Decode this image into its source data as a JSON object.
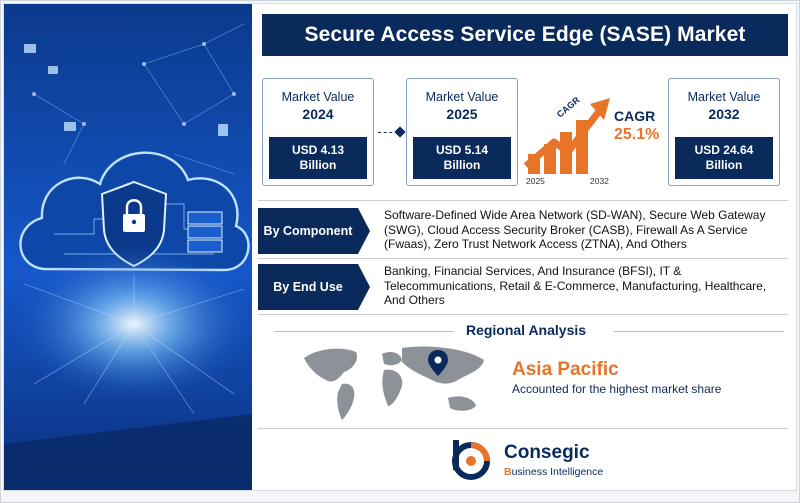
{
  "title": "Secure Access Service Edge (SASE) Market",
  "market_values": [
    {
      "label": "Market Value",
      "year": "2024",
      "value": "USD 4.13\nBillion"
    },
    {
      "label": "Market Value",
      "year": "2025",
      "value": "USD 5.14\nBillion"
    },
    {
      "label": "Market Value",
      "year": "2032",
      "value": "USD 24.64\nBillion"
    }
  ],
  "cagr": {
    "label": "CAGR",
    "value": "25.1%",
    "arrow_text": "CAGR",
    "start_year": "2025",
    "end_year": "2032"
  },
  "segments": [
    {
      "tag": "By Component",
      "text": "Software-Defined Wide Area Network (SD-WAN), Secure Web Gateway (SWG), Cloud Access Security Broker (CASB), Firewall As A Service (Fwaas), Zero Trust Network Access (ZTNA), And Others"
    },
    {
      "tag": "By End Use",
      "text": "Banking, Financial Services, And Insurance (BFSI), IT & Telecommunications, Retail & E-Commerce, Manufacturing, Healthcare, And Others"
    }
  ],
  "regional": {
    "title": "Regional Analysis",
    "region": "Asia Pacific",
    "description": "Accounted for the highest market share"
  },
  "brand": {
    "name": "Consegic",
    "sub_first": "B",
    "sub_rest": "usiness Intelligence"
  },
  "colors": {
    "navy": "#0a2a5c",
    "orange": "#e8742a",
    "hero_blue": "#0b3a8c"
  }
}
